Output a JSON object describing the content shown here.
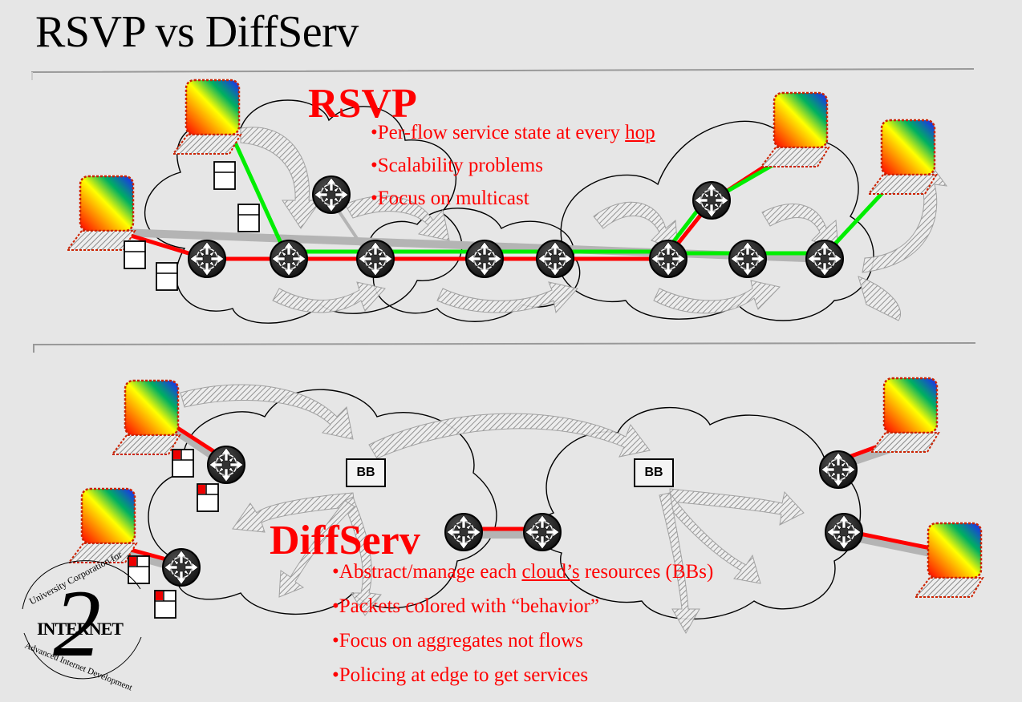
{
  "page": {
    "title": "RSVP vs DiffServ"
  },
  "rsvp": {
    "heading": "RSVP",
    "bullets": [
      {
        "pre": "Per-flow service state at every ",
        "link": "hop",
        "post": ""
      },
      {
        "pre": "Scalability problems",
        "link": "",
        "post": ""
      },
      {
        "pre": "Focus on multicast",
        "link": "",
        "post": ""
      }
    ]
  },
  "diffserv": {
    "heading": "DiffServ",
    "bb_label": "BB",
    "bullets": [
      {
        "pre": "Abstract/manage each ",
        "link": "cloud’s",
        "post": " resources (BBs)"
      },
      {
        "pre": "Packets colored with “behavior”",
        "link": "",
        "post": ""
      },
      {
        "pre": "Focus on aggregates not flows",
        "link": "",
        "post": ""
      },
      {
        "pre": "Policing at edge to get services",
        "link": "",
        "post": ""
      }
    ]
  },
  "logo": {
    "numeral": "2",
    "text": "INTERNET",
    "ring_top": "University Corporation for",
    "ring_bottom": "Advanced Internet Development"
  },
  "colors": {
    "reserved_path": "#ff0000",
    "rsvp_path": "#00ee00",
    "heading": "#ff0000",
    "backbone": "#b4b4b4"
  },
  "icons": [
    "router-icon",
    "host-computer-icon",
    "packet-icon",
    "cloud-icon",
    "flow-arrow-icon"
  ]
}
